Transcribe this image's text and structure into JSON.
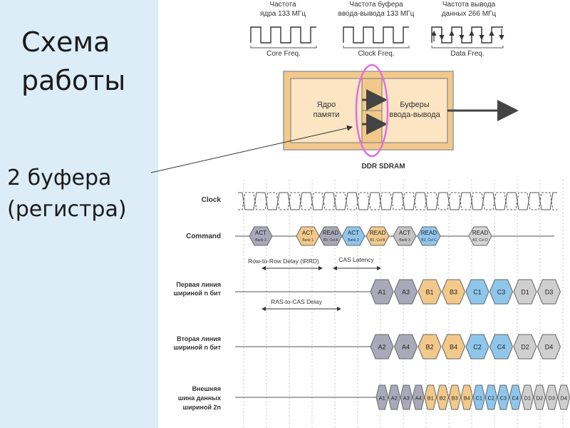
{
  "slide": {
    "title_lines": [
      "Схема",
      "работы"
    ],
    "callout_lines": [
      "2 буфера",
      "(регистра)"
    ]
  },
  "freq": {
    "core_caption": [
      "Частота",
      "ядра 133 МГц"
    ],
    "buffer_caption": [
      "Частота буфера",
      "ввода-вывода 133 МГц"
    ],
    "data_caption": [
      "Частота  вывода",
      "данных 266 МГц"
    ],
    "core_label": "Core Freq.",
    "clock_label": "Clock Freq.",
    "data_label": "Data Freq."
  },
  "block": {
    "core_text": [
      "Ядро",
      "памяти"
    ],
    "buffer_text": [
      "Буферы",
      "ввода-вывода"
    ],
    "title": "DDR SDRAM"
  },
  "timing": {
    "clock_label": "Clock",
    "command_label": "Command",
    "commands": [
      {
        "name": "ACT",
        "sub": "Bank 2",
        "color": "#a9a9b9"
      },
      {
        "name": "ACT",
        "sub": "Bank 1",
        "color": "#f2c98a"
      },
      {
        "name": "READ",
        "sub": "B0, Col A",
        "color": "#a9a9b9"
      },
      {
        "name": "ACT",
        "sub": "Bank 2",
        "color": "#8fc6ec"
      },
      {
        "name": "READ",
        "sub": "B1, Col B",
        "color": "#f2c98a"
      },
      {
        "name": "ACT",
        "sub": "Bank 3",
        "color": "#c4c4c4"
      },
      {
        "name": "READ",
        "sub": "B2, Col C",
        "color": "#8fc6ec"
      },
      {
        "name": "READ",
        "sub": "B3, Col D",
        "color": "#d4d4d4"
      }
    ],
    "rrd_label": "Row-to-Row Delay (tRRD)",
    "cas_label": "CAS Latency",
    "rcd_label": "RAS-to-CAS Delay",
    "line1_label": [
      "Первая линия",
      "шириной n бит"
    ],
    "line2_label": [
      "Вторая линия",
      "шириной n бит"
    ],
    "bus_label": [
      "Внешняя",
      "шина данных",
      "шириной 2n"
    ],
    "line1_cells": [
      "A1",
      "A3",
      "B1",
      "B3",
      "C1",
      "C3",
      "D1",
      "D3"
    ],
    "line2_cells": [
      "A2",
      "A4",
      "B2",
      "B4",
      "C2",
      "C4",
      "D2",
      "D4"
    ],
    "bus_cells": [
      "A1",
      "A2",
      "A3",
      "A4",
      "B1",
      "B2",
      "B3",
      "B4",
      "C1",
      "C2",
      "C3",
      "C4",
      "D1",
      "D2",
      "D3",
      "D4"
    ]
  },
  "colors": {
    "A": "#a9a9b9",
    "B": "#f2c98a",
    "C": "#8fc6ec",
    "D": "#cfcfcf",
    "block_bg": "#f2c98a",
    "highlight": "#e070e0"
  }
}
